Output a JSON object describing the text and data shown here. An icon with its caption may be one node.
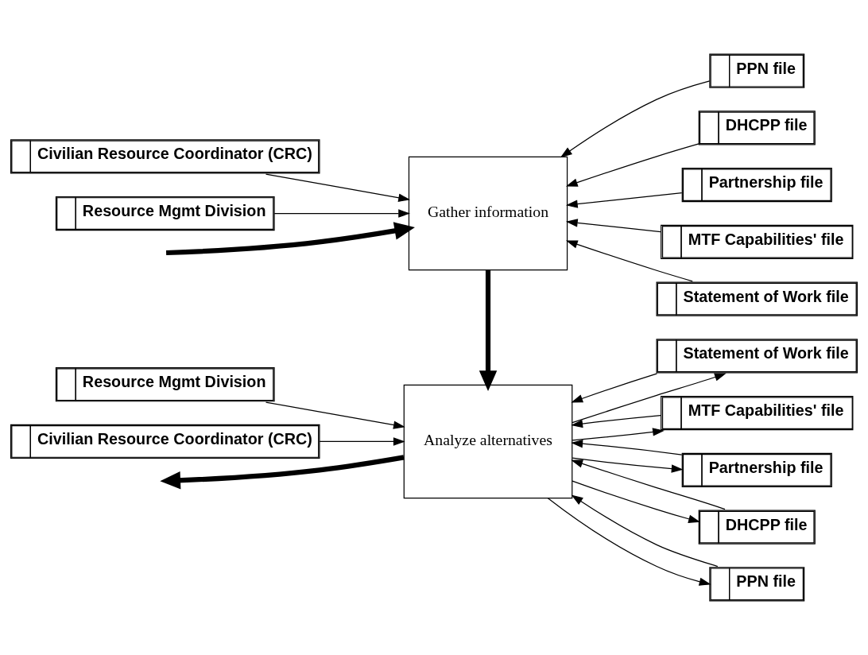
{
  "diagram": {
    "nodes": [
      {
        "text": [
          "Civilian Resource Coordinator (CRC)"
        ]
      },
      {
        "text": [
          "Gather information"
        ]
      },
      {
        "text": [
          "PPN file"
        ]
      },
      {
        "text": [
          "DHCPP file"
        ]
      },
      {
        "text": [
          "Partnership file"
        ]
      },
      {
        "text": [
          "MTF Capabilities' file"
        ]
      },
      {
        "text": [
          "Statement of Work file"
        ]
      },
      {
        "text": [
          "Resource Mgmt Division"
        ]
      },
      {
        "text": [
          "Resource Mgmt Division"
        ]
      },
      {
        "text": [
          "Analyze alternatives"
        ]
      },
      {
        "text": [
          "Statement of Work file"
        ]
      },
      {
        "text": [
          "MTF Capabilities' file"
        ]
      },
      {
        "text": [
          "Partnership file"
        ]
      },
      {
        "text": [
          "DHCPP file"
        ]
      },
      {
        "text": [
          "Civilian Resource Coordinator (CRC)"
        ]
      },
      {
        "text": [
          "PPN file"
        ]
      }
    ],
    "edges": [
      {
        "from": 0,
        "to": 1,
        "arrow": "to"
      },
      {
        "from": null,
        "to": 1,
        "arrow": "to",
        "style": "thick"
      },
      {
        "from": 7,
        "to": 1,
        "arrow": "to"
      },
      {
        "from": 2,
        "to": 1,
        "arrow": "to"
      },
      {
        "from": 3,
        "to": 1,
        "arrow": "to"
      },
      {
        "from": 4,
        "to": 1,
        "arrow": "to"
      },
      {
        "from": 5,
        "to": 1,
        "arrow": "to"
      },
      {
        "from": 6,
        "to": 1,
        "arrow": "to"
      },
      {
        "from": 1,
        "to": 9,
        "arrow": "to",
        "style": "thick"
      },
      {
        "from": 8,
        "to": 9,
        "arrow": "to"
      },
      {
        "from": 10,
        "to": 9,
        "arrow": "to"
      },
      {
        "from": 9,
        "to": 10,
        "arrow": "to"
      },
      {
        "from": 11,
        "to": 9,
        "arrow": "to"
      },
      {
        "from": 9,
        "to": 11,
        "arrow": "to"
      },
      {
        "from": 12,
        "to": 9,
        "arrow": "to"
      },
      {
        "from": 9,
        "to": 12,
        "arrow": "to"
      },
      {
        "from": 13,
        "to": 9,
        "arrow": "to"
      },
      {
        "from": 9,
        "to": 13,
        "arrow": "to"
      },
      {
        "from": 9,
        "to": null,
        "arrow": "to",
        "style": "thick"
      },
      {
        "from": 14,
        "to": 9,
        "arrow": "to"
      },
      {
        "from": 15,
        "to": 9,
        "arrow": "to"
      },
      {
        "from": 9,
        "to": 15,
        "arrow": "to"
      }
    ]
  }
}
